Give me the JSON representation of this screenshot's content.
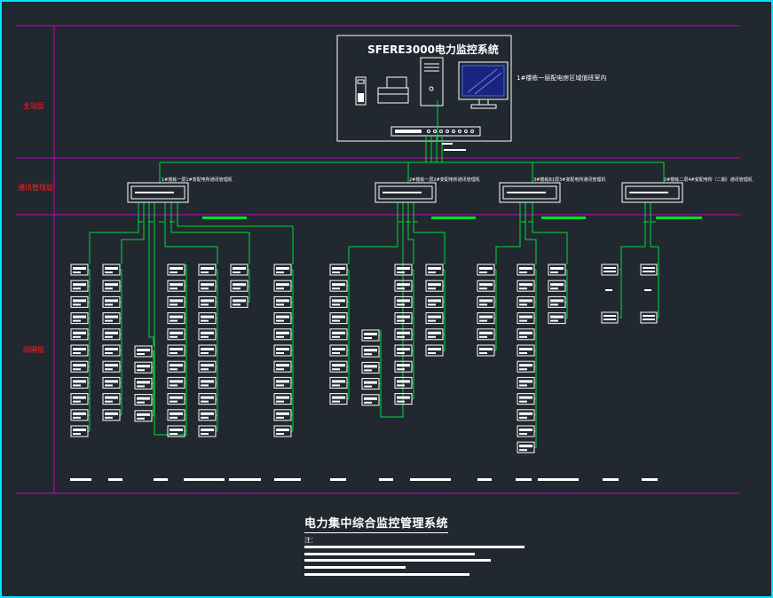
{
  "system_title": "SFERE3000电力监控系统",
  "station_label": "1#楼栋一层配电房区域值班室内",
  "layers": {
    "station": "主站层",
    "comm": "通讯管理层",
    "field": "间隔层"
  },
  "gateways": [
    {
      "label": "1#楼栋一层1#变配电所通讯管理机"
    },
    {
      "label": "2#楼栋一层2#变配电所通讯管理机"
    },
    {
      "label": "3#楼栋B1层3#变配电所通讯管理机"
    },
    {
      "label": "2#楼栋二层4#变配电所（二期）通讯管理机"
    }
  ],
  "bottom_title": "电力集中综合监控管理系统",
  "note_label": "注：",
  "colors": {
    "background": "#212830",
    "frame": "#c800c8",
    "outer_border": "#00e5ff",
    "wire": "#00dd33",
    "layer_text": "#ff2020",
    "device": "#ffffff"
  }
}
